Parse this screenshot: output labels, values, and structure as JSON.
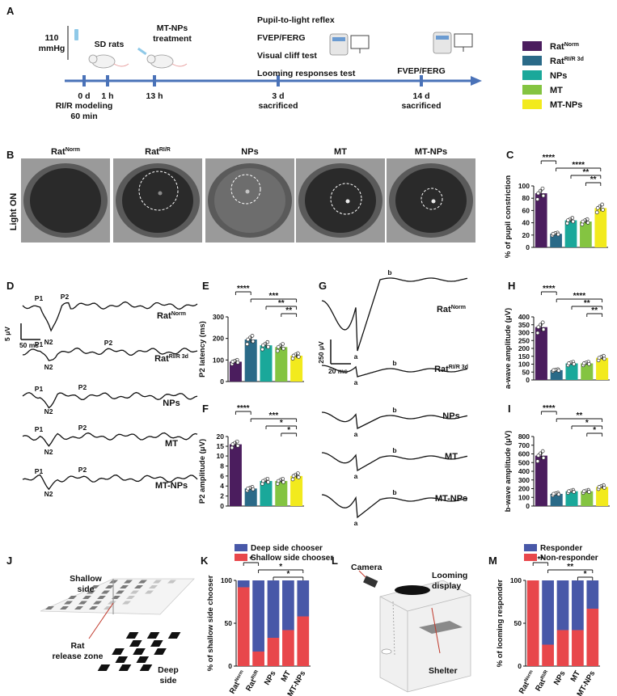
{
  "panels": {
    "A": {
      "letter": "A",
      "pressure": "110",
      "pressure_unit": "mmHg",
      "timeline": [
        {
          "label": "0 d",
          "sub": [
            "RI/R modeling",
            "60 min"
          ],
          "top": []
        },
        {
          "label": "1 h",
          "sub": [],
          "top": [
            "SD rats"
          ]
        },
        {
          "label": "13 h",
          "sub": [],
          "top": [
            "MT-NPs",
            "treatment"
          ]
        },
        {
          "label": "3 d",
          "sub": [
            "sacrificed"
          ],
          "top": [
            "Pupil-to-light reflex",
            "FVEP/FERG",
            "Visual cliff test",
            "Looming responses test"
          ]
        },
        {
          "label": "14 d",
          "sub": [
            "sacrificed"
          ],
          "top": [
            "FVEP/FERG"
          ]
        }
      ]
    },
    "legend": [
      {
        "base": "Rat",
        "sup": "Norm",
        "color": "#4b1d5e"
      },
      {
        "base": "Rat",
        "sup": "RI/R 3d",
        "color": "#2a6a88"
      },
      {
        "base": "NPs",
        "sup": "",
        "color": "#1aa89a"
      },
      {
        "base": "MT",
        "sup": "",
        "color": "#84c441"
      },
      {
        "base": "MT-NPs",
        "sup": "",
        "color": "#f2ea1d"
      }
    ],
    "B": {
      "letter": "B",
      "side_label": "Light ON",
      "titles": [
        {
          "base": "Rat",
          "sup": "Norm"
        },
        {
          "base": "Rat",
          "sup": "RI/R"
        },
        {
          "base": "NPs",
          "sup": ""
        },
        {
          "base": "MT",
          "sup": ""
        },
        {
          "base": "MT-NPs",
          "sup": ""
        }
      ]
    },
    "D": {
      "letter": "D",
      "scale_v": "5 μV",
      "scale_t": "50 ms",
      "traces": [
        {
          "base": "Rat",
          "sup": "Norm"
        },
        {
          "base": "Rat",
          "sup": "RI/R 3d"
        },
        {
          "base": "NPs",
          "sup": ""
        },
        {
          "base": "MT",
          "sup": ""
        },
        {
          "base": "MT-NPs",
          "sup": ""
        }
      ],
      "markers": [
        "P1",
        "N2",
        "P2"
      ]
    },
    "G": {
      "letter": "G",
      "scale_v": "250 μV",
      "scale_t": "20 ms",
      "traces": [
        {
          "base": "Rat",
          "sup": "Norm"
        },
        {
          "base": "Rat",
          "sup": "RI/R 3d"
        },
        {
          "base": "NPs",
          "sup": ""
        },
        {
          "base": "MT",
          "sup": ""
        },
        {
          "base": "MT-NPs",
          "sup": ""
        }
      ],
      "markers": [
        "a",
        "b"
      ]
    },
    "J": {
      "letter": "J",
      "shallow": [
        "Shallow",
        "side"
      ],
      "deep": [
        "Deep",
        "side"
      ],
      "zone": [
        "Rat",
        "release zone"
      ]
    },
    "L": {
      "letter": "L",
      "camera": "Camera",
      "display": [
        "Looming",
        "display"
      ],
      "shelter": "Shelter"
    }
  },
  "chart_data": [
    {
      "panel": "C",
      "type": "bar",
      "categories": [
        "RatNorm",
        "RatRI/R 3d",
        "NPs",
        "MT",
        "MT-NPs"
      ],
      "values": [
        88,
        22,
        44,
        42,
        64
      ],
      "ylabel": "% of pupil constriction",
      "ylim": [
        0,
        100
      ],
      "yticks": [
        0,
        20,
        40,
        60,
        80,
        100
      ],
      "significance": [
        {
          "from": 0,
          "to": 1,
          "label": "****"
        },
        {
          "from": 1,
          "to": 4,
          "label": "****"
        },
        {
          "from": 2,
          "to": 4,
          "label": "**"
        },
        {
          "from": 3,
          "to": 4,
          "label": "**"
        }
      ]
    },
    {
      "panel": "E",
      "type": "bar",
      "categories": [
        "RatNorm",
        "RatRI/R 3d",
        "NPs",
        "MT",
        "MT-NPs"
      ],
      "values": [
        92,
        195,
        168,
        160,
        120
      ],
      "ylabel": "P2 latency (ms)",
      "ylim": [
        0,
        300
      ],
      "yticks": [
        0,
        100,
        200,
        300
      ],
      "significance": [
        {
          "from": 0,
          "to": 1,
          "label": "****"
        },
        {
          "from": 1,
          "to": 4,
          "label": "***"
        },
        {
          "from": 2,
          "to": 4,
          "label": "**"
        },
        {
          "from": 3,
          "to": 4,
          "label": "**"
        }
      ]
    },
    {
      "panel": "F",
      "type": "bar",
      "categories": [
        "RatNorm",
        "RatRI/R 3d",
        "NPs",
        "MT",
        "MT-NPs"
      ],
      "values": [
        16,
        3.5,
        5,
        5,
        6
      ],
      "ylabel": "P2 amplitude (μV)",
      "ytick_labels": [
        "0",
        "2",
        "4",
        "6",
        "8",
        "10",
        "15",
        "20"
      ],
      "significance": [
        {
          "from": 0,
          "to": 1,
          "label": "****"
        },
        {
          "from": 1,
          "to": 4,
          "label": "***"
        },
        {
          "from": 2,
          "to": 4,
          "label": "*"
        },
        {
          "from": 3,
          "to": 4,
          "label": "*"
        }
      ]
    },
    {
      "panel": "H",
      "type": "bar",
      "categories": [
        "RatNorm",
        "RatRI/R 3d",
        "NPs",
        "MT",
        "MT-NPs"
      ],
      "values": [
        335,
        62,
        105,
        105,
        140
      ],
      "ylabel": "a-wave amplitude (μV)",
      "ylim": [
        0,
        400
      ],
      "yticks": [
        0,
        50,
        100,
        150,
        200,
        250,
        300,
        350,
        400
      ],
      "significance": [
        {
          "from": 0,
          "to": 1,
          "label": "****"
        },
        {
          "from": 1,
          "to": 4,
          "label": "****"
        },
        {
          "from": 2,
          "to": 4,
          "label": "**"
        },
        {
          "from": 3,
          "to": 4,
          "label": "**"
        }
      ]
    },
    {
      "panel": "I",
      "type": "bar",
      "categories": [
        "RatNorm",
        "RatRI/R 3d",
        "NPs",
        "MT",
        "MT-NPs"
      ],
      "values": [
        580,
        140,
        170,
        170,
        220
      ],
      "ylabel": "b-wave amplitude (μV)",
      "ylim": [
        0,
        800
      ],
      "yticks": [
        0,
        100,
        200,
        300,
        400,
        500,
        600,
        700,
        800
      ],
      "significance": [
        {
          "from": 0,
          "to": 1,
          "label": "****"
        },
        {
          "from": 1,
          "to": 4,
          "label": "**"
        },
        {
          "from": 2,
          "to": 4,
          "label": "*"
        },
        {
          "from": 3,
          "to": 4,
          "label": "*"
        }
      ]
    },
    {
      "panel": "K",
      "type": "bar",
      "stacked": true,
      "categories": [
        "RatNorm",
        "RatRI/R",
        "NPs",
        "MT",
        "MT-NPs"
      ],
      "series": [
        {
          "name": "Shallow side chooser",
          "color": "#e8474b",
          "values": [
            92,
            17,
            33,
            42,
            58
          ]
        },
        {
          "name": "Deep side chooser",
          "color": "#4858a8",
          "values": [
            8,
            83,
            67,
            58,
            42
          ]
        }
      ],
      "ylabel": "% of shallow side chooser",
      "ylim": [
        0,
        100
      ],
      "yticks": [
        0,
        50,
        100
      ],
      "significance": [
        {
          "from": 0,
          "to": 1,
          "label": "*"
        },
        {
          "from": 1,
          "to": 4,
          "label": "*"
        },
        {
          "from": 2,
          "to": 4,
          "label": "*"
        }
      ]
    },
    {
      "panel": "M",
      "type": "bar",
      "stacked": true,
      "categories": [
        "RatNorm",
        "RatRI/R",
        "NPs",
        "MT",
        "MT-NPs"
      ],
      "series": [
        {
          "name": "Non-responder",
          "color": "#e8474b",
          "values": [
            100,
            25,
            42,
            42,
            67
          ]
        },
        {
          "name": "Responder",
          "color": "#4858a8",
          "values": [
            0,
            75,
            58,
            58,
            33
          ]
        }
      ],
      "ylabel": "% of looming responder",
      "ylim": [
        0,
        100
      ],
      "yticks": [
        0,
        50,
        100
      ],
      "significance": [
        {
          "from": 0,
          "to": 1,
          "label": "**"
        },
        {
          "from": 1,
          "to": 4,
          "label": "**"
        },
        {
          "from": 3,
          "to": 4,
          "label": "*"
        }
      ]
    }
  ]
}
